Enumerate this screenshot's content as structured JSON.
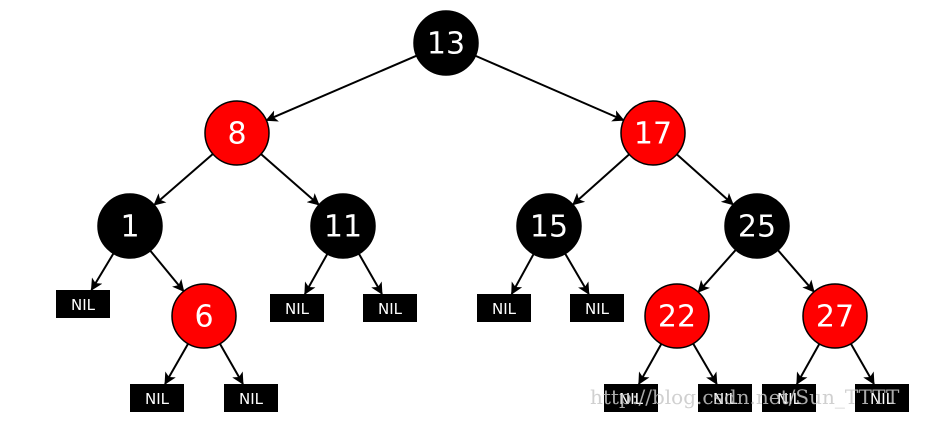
{
  "colors": {
    "red": "#ff0000",
    "black": "#000000",
    "label": "#ffffff"
  },
  "nodes": [
    {
      "id": "n13",
      "label": "13",
      "color": "black"
    },
    {
      "id": "n8",
      "label": "8",
      "color": "red"
    },
    {
      "id": "n17",
      "label": "17",
      "color": "red"
    },
    {
      "id": "n1",
      "label": "1",
      "color": "black"
    },
    {
      "id": "n11",
      "label": "11",
      "color": "black"
    },
    {
      "id": "n15",
      "label": "15",
      "color": "black"
    },
    {
      "id": "n25",
      "label": "25",
      "color": "black"
    },
    {
      "id": "n6",
      "label": "6",
      "color": "red"
    },
    {
      "id": "n22",
      "label": "22",
      "color": "red"
    },
    {
      "id": "n27",
      "label": "27",
      "color": "red"
    }
  ],
  "nil_label": "NIL",
  "edges": [
    [
      "n13",
      "n8"
    ],
    [
      "n13",
      "n17"
    ],
    [
      "n8",
      "n1"
    ],
    [
      "n8",
      "n11"
    ],
    [
      "n17",
      "n15"
    ],
    [
      "n17",
      "n25"
    ],
    [
      "n1",
      "nil1"
    ],
    [
      "n1",
      "n6"
    ],
    [
      "n6",
      "nil2"
    ],
    [
      "n6",
      "nil3"
    ],
    [
      "n11",
      "nil4"
    ],
    [
      "n11",
      "nil5"
    ],
    [
      "n15",
      "nil6"
    ],
    [
      "n15",
      "nil7"
    ],
    [
      "n25",
      "n22"
    ],
    [
      "n25",
      "n27"
    ],
    [
      "n22",
      "nil8"
    ],
    [
      "n22",
      "nil9"
    ],
    [
      "n27",
      "nil10"
    ],
    [
      "n27",
      "nil11"
    ]
  ],
  "watermark": "http://blog.csdn.net/Sun_TTTT"
}
